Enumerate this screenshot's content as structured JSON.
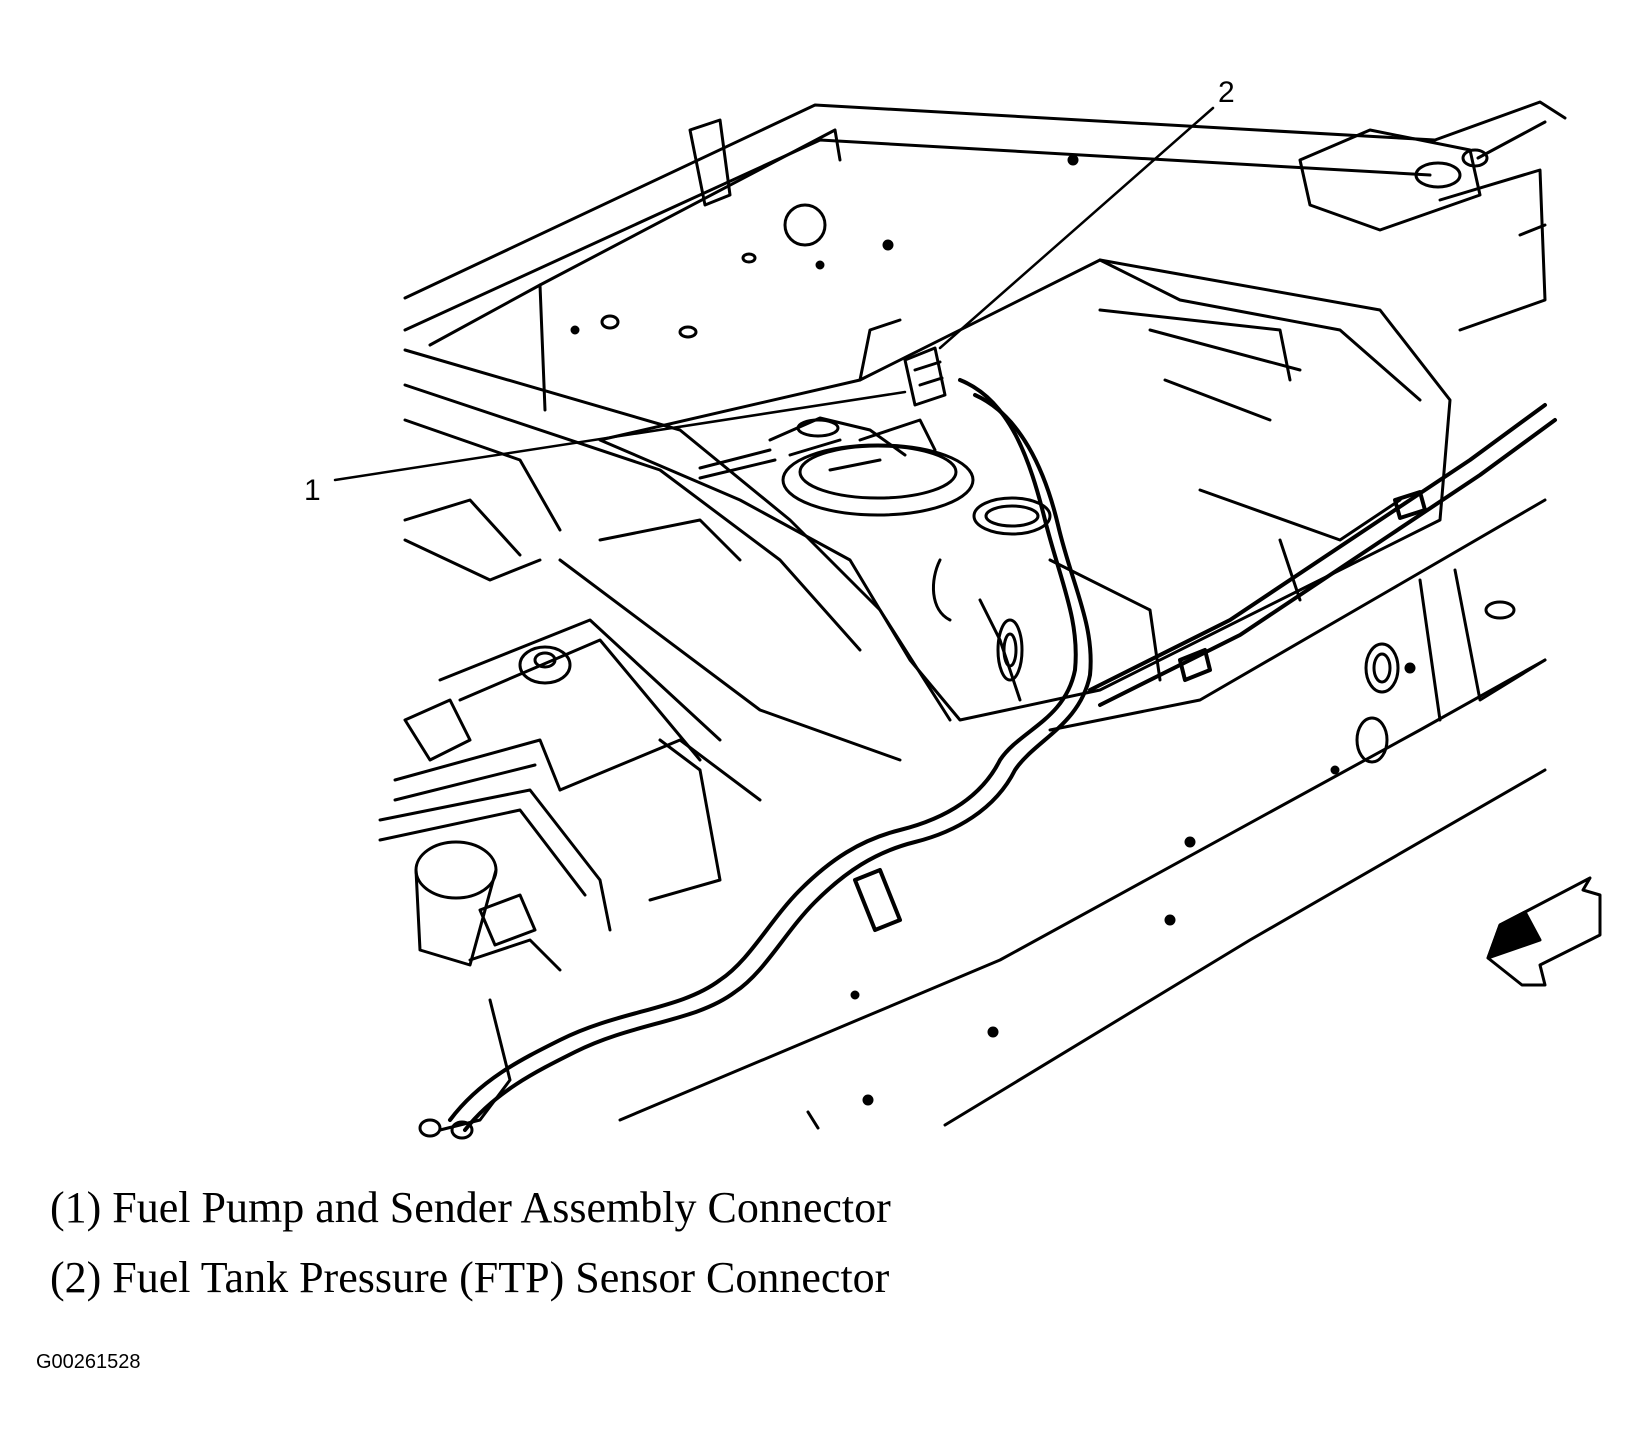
{
  "callouts": [
    {
      "number": "1"
    },
    {
      "number": "2"
    }
  ],
  "legend": [
    "(1) Fuel Pump and Sender Assembly Connector",
    "(2) Fuel Tank Pressure (FTP) Sensor Connector"
  ],
  "figure_id": "G00261528",
  "direction_arrow_icon": "front-direction-arrow-icon",
  "colors": {
    "ink": "#000000",
    "background": "#ffffff"
  }
}
